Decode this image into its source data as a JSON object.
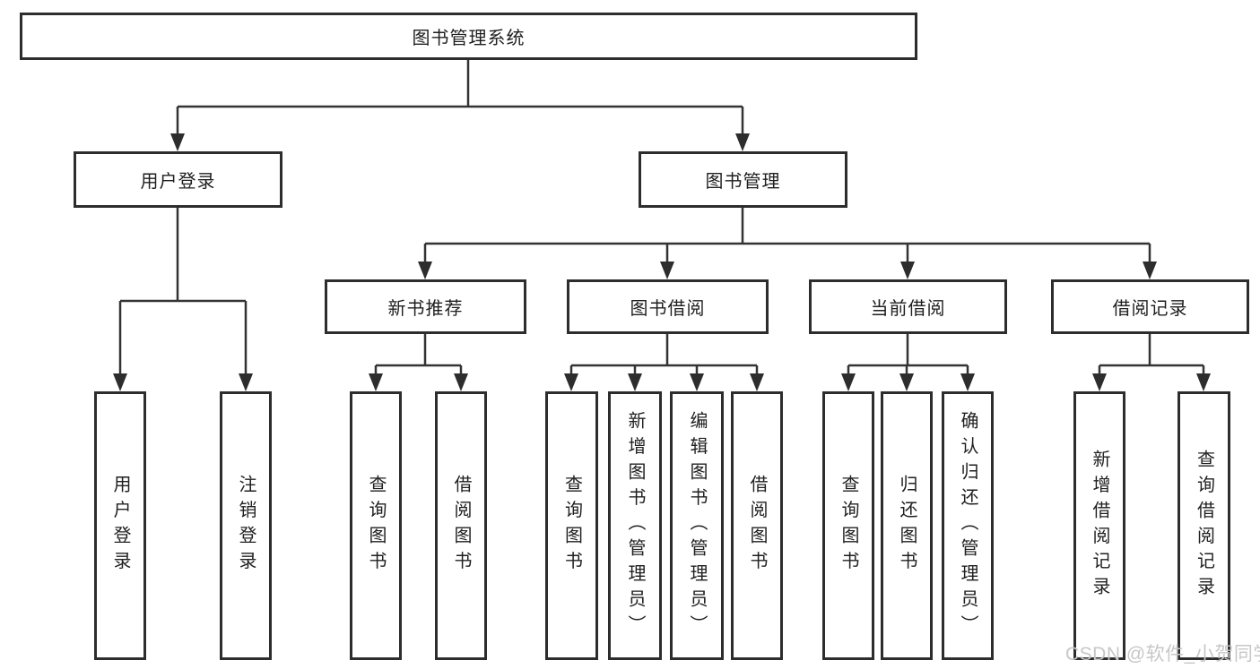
{
  "diagram": {
    "type": "tree",
    "title": "图书管理系统",
    "root": {
      "label": "图书管理系统",
      "children": [
        {
          "label": "用户登录",
          "children": [
            {
              "label": "用户登录"
            },
            {
              "label": "注销登录"
            }
          ]
        },
        {
          "label": "图书管理",
          "children": [
            {
              "label": "新书推荐",
              "children": [
                {
                  "label": "查询图书"
                },
                {
                  "label": "借阅图书"
                }
              ]
            },
            {
              "label": "图书借阅",
              "children": [
                {
                  "label": "查询图书"
                },
                {
                  "label": "新增图书（管理员）"
                },
                {
                  "label": "编辑图书（管理员）"
                },
                {
                  "label": "借阅图书"
                }
              ]
            },
            {
              "label": "当前借阅",
              "children": [
                {
                  "label": "查询图书"
                },
                {
                  "label": "归还图书"
                },
                {
                  "label": "确认归还（管理员）"
                }
              ]
            },
            {
              "label": "借阅记录",
              "children": [
                {
                  "label": "新增借阅记录"
                },
                {
                  "label": "查询借阅记录"
                }
              ]
            }
          ]
        }
      ]
    }
  },
  "watermark": {
    "text": "CSDN @软件_小贺同学",
    "color": "#c7c7c7"
  },
  "colors": {
    "background": "#ffffff",
    "line": "#333333",
    "box_border": "#2d2d2d",
    "text": "#1f1f1f"
  }
}
